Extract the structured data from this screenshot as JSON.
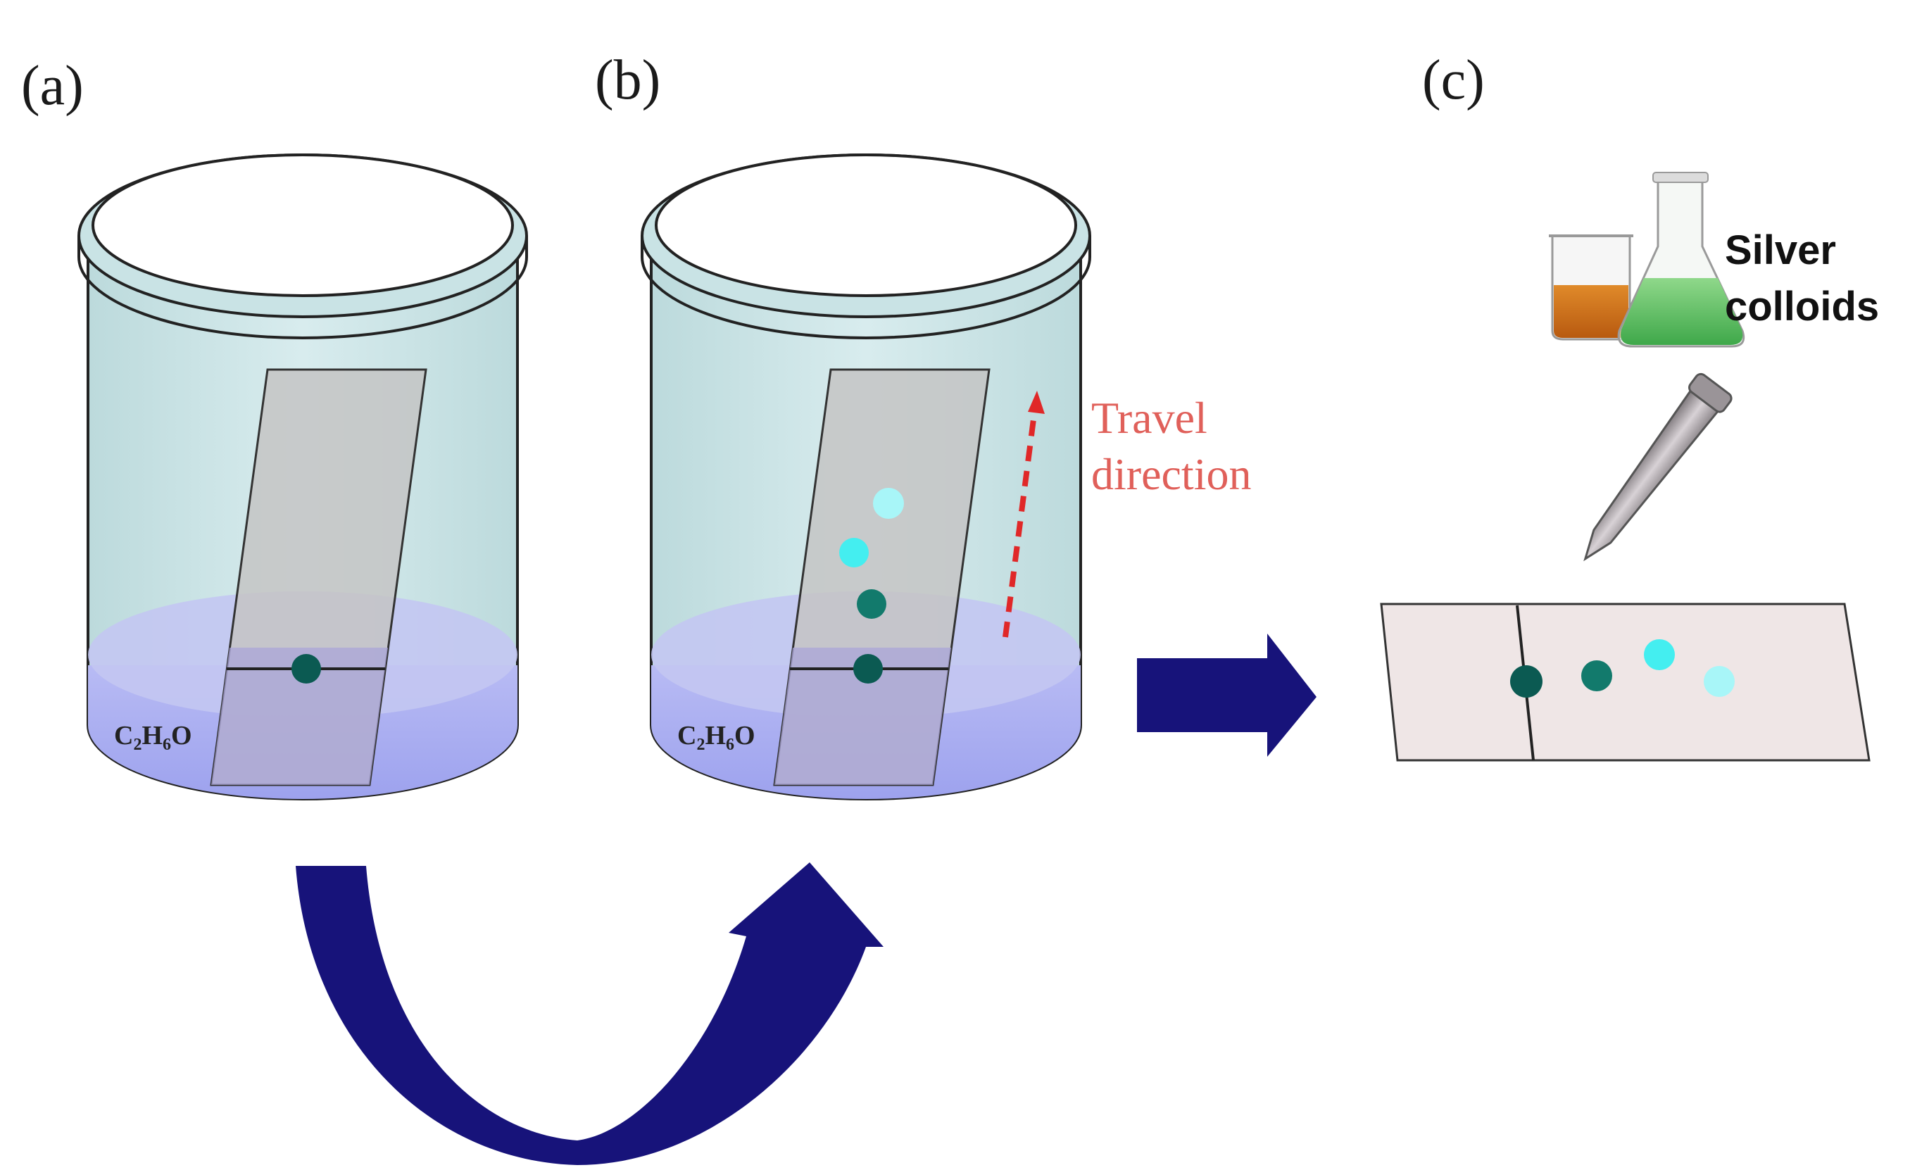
{
  "panels": {
    "a": {
      "label": "(a)"
    },
    "b": {
      "label": "(b)"
    },
    "c": {
      "label": "(c)"
    }
  },
  "solvent": {
    "base": "C",
    "sub1": "2",
    "mid": "H",
    "sub2": "6",
    "tail": "O"
  },
  "annotations": {
    "travel_line1": "Travel",
    "travel_line2": "direction",
    "colloid_line1": "Silver",
    "colloid_line2": "colloids"
  },
  "colors": {
    "beaker_fill": "#cfe6e8",
    "liquid": "#a9aef2",
    "strip": "#c4c4c4",
    "arrow": "#17137a",
    "travel": "#e0605a",
    "spot_dark": "#0b5a52",
    "spot_mid": "#127a6c",
    "spot_cyan": "#44eef0",
    "spot_lightcyan": "#a8f6f8",
    "plate": "#efe6e6"
  }
}
